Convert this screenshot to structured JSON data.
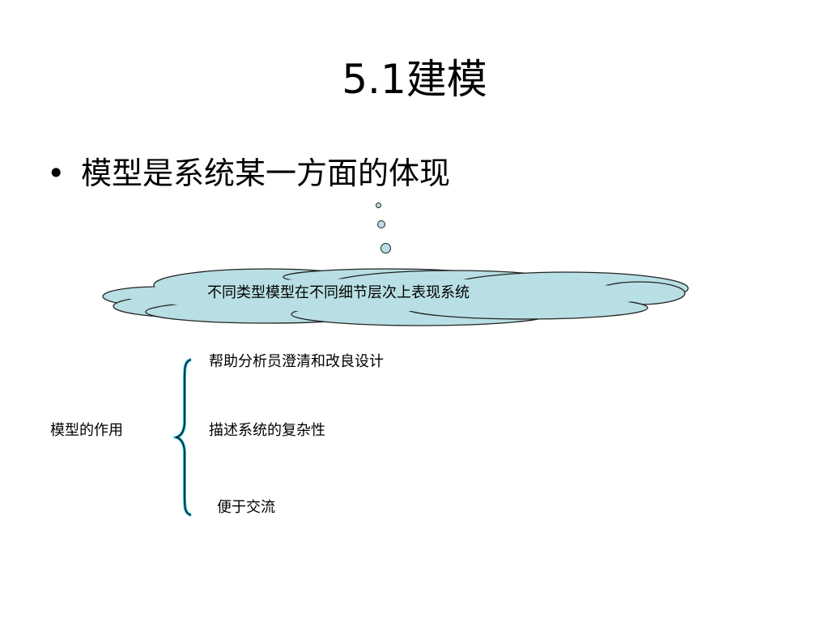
{
  "slide": {
    "title": "5.1建模",
    "bullet_symbol": "•",
    "bullet_text": "模型是系统某一方面的体现"
  },
  "cloud": {
    "text": "不同类型模型在不同细节层次上表现系统",
    "fill_color": "#b8dfe3"
  },
  "roles": {
    "label": "模型的作用",
    "items": [
      "帮助分析员澄清和改良设计",
      "描述系统的复杂性",
      "便于交流"
    ]
  }
}
